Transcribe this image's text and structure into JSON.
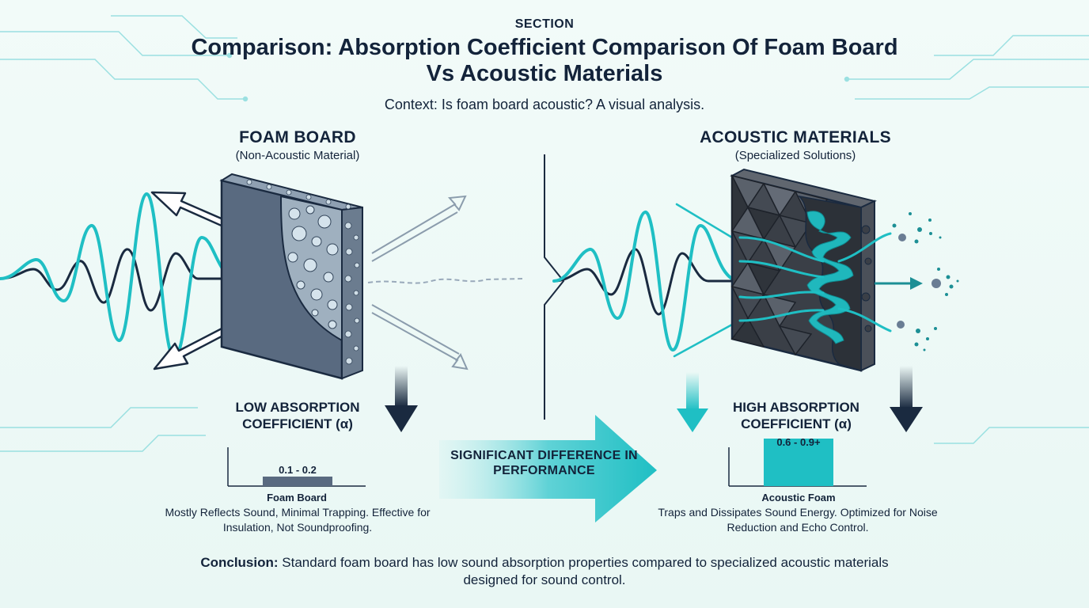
{
  "header": {
    "kicker": "SECTION",
    "title": "Comparison: Absorption Coefficient Comparison Of Foam Board Vs Acoustic Materials",
    "context": "Context: Is foam board acoustic? A visual analysis."
  },
  "left": {
    "heading": "FOAM BOARD",
    "subheading": "(Non-Acoustic Material)",
    "coefficient_title": "LOW ABSORPTION COEFFICIENT (α)",
    "bar_value": "0.1 - 0.2",
    "bar_label": "Foam Board",
    "bar_level": 0.15,
    "description": "Mostly Reflects Sound, Minimal Trapping. Effective for Insulation, Not Soundproofing."
  },
  "right": {
    "heading": "ACOUSTIC MATERIALS",
    "subheading": "(Specialized Solutions)",
    "coefficient_title": "HIGH ABSORPTION COEFFICIENT (α)",
    "bar_value": "0.6 - 0.9+",
    "bar_label": "Acoustic Foam",
    "bar_level": 0.75,
    "description": "Traps and Dissipates Sound Energy. Optimized for Noise Reduction and Echo Control."
  },
  "middle": {
    "arrow_text": "SIGNIFICANT DIFFERENCE IN PERFORMANCE"
  },
  "conclusion": {
    "label": "Conclusion:",
    "text": "Standard foam board has low sound absorption properties compared to specialized acoustic materials designed for sound control."
  },
  "colors": {
    "teal": "#1fbfc4",
    "navy": "#1a2a40",
    "slate": "#596a80",
    "dark_panel": "#3a3f47"
  }
}
